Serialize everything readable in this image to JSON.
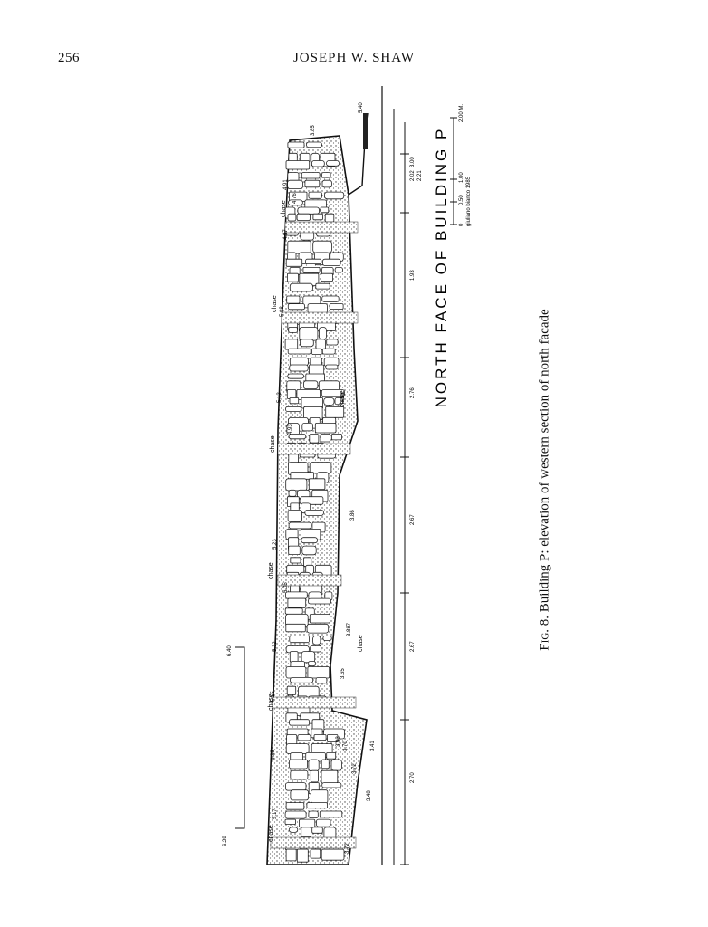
{
  "header": {
    "page_number": "256",
    "running_head": "JOSEPH W. SHAW"
  },
  "figure": {
    "title": "NORTH FACE OF BUILDING P",
    "labels": {
      "chase": "chase",
      "e_640": "6.40",
      "e_629": "6.29",
      "e_540": "5.40",
      "e_385": "3.85",
      "e_491": "4.91",
      "e_476": "4.76",
      "e_487": "4.87",
      "e_508": "5.08",
      "e_512": "5.12",
      "e_493": "4.93",
      "e_356": "3.56",
      "e_386": "3.86",
      "e_523": "5.23",
      "e_505": "5.05",
      "e_532": "5.32",
      "e_515": "5.15",
      "e_3887": "3.887",
      "e_365": "3.65",
      "e_333": "3.33",
      "e_383": "3.83",
      "e_370": "3.70",
      "e_341": "3.41",
      "e_517": "5.17",
      "e_372": "3.72",
      "e_348": "3.48",
      "e_345": "3.45"
    },
    "dimensions": [
      "3.00",
      "2.02",
      "2.21",
      "1.93",
      "2.76",
      "2.67",
      "2.67",
      "2.70"
    ],
    "scale": {
      "ticks": [
        "0",
        "0.50",
        "1.00",
        "2.00 M."
      ],
      "credit": "giuliano bianco 1985"
    }
  },
  "caption": {
    "prefix": "Fig.",
    "number": "8.",
    "text": "Building P: elevation of western section of north facade"
  }
}
